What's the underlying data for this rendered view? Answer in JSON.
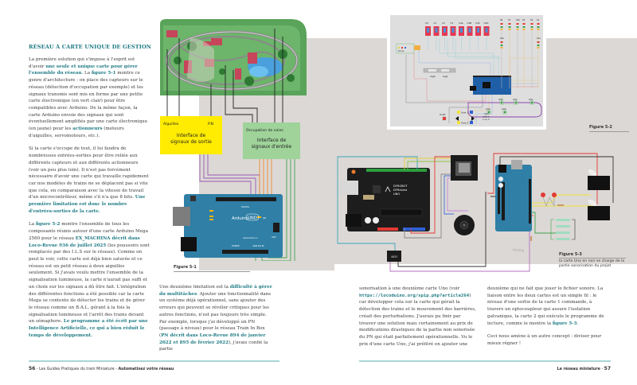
{
  "left_page": {
    "heading": "RÉSEAU À CARTE UNIQUE DE GESTION",
    "col1": {
      "p1": [
        {
          "t": "La première solution qui s'impose à l'esprit est d'avoir "
        },
        {
          "t": "une seule et unique carte pour gérer l'ensemble du réseau",
          "hl": true
        },
        {
          "t": ". La "
        },
        {
          "t": "figure 5-1",
          "hl": true
        },
        {
          "t": " montre ce genre d'architecture : on place des capteurs sur le réseau (détection d'occupation par exemple) et les signaux transmis sont mis en forme par une petite carte électronique (en vert clair) pour être compatibles avec Arduino. De la même façon, la carte Arduino envoie des signaux qui sont éventuellement amplifiés par une carte électronique (en jaune) pour les "
        },
        {
          "t": "actionneurs",
          "hl": true
        },
        {
          "t": " (moteurs d'aiguilles, servomoteurs, etc.)."
        }
      ],
      "p2": [
        {
          "t": "Si la carte s'occupe de tout, il lui faudra de nombreuses entrées-sorties pour être reliée aux différents capteurs et aux différents actionneurs (voir un peu plus loin). Il n'est pas forcément nécessaire d'avoir une carte qui travaille rapidement car nos modèles de trains ne se déplacent pas si vite que cela, en comparaison avec la vitesse de travail d'un microcontrôleur, même s'il n'a que 8 bits. "
        },
        {
          "t": "Une première limitation est donc le nombre d'entrées-sorties de la carte.",
          "hl": true
        }
      ],
      "p3": [
        {
          "t": "La "
        },
        {
          "t": "figure 5-2",
          "hl": true
        },
        {
          "t": " montre l'ensemble de tous les composants réunis autour d'une carte Arduino Mega 2560 pour le réseau "
        },
        {
          "t": "EX_MACHINA décrit dans Loco-Revue 936 de juillet 2025",
          "hl": true
        },
        {
          "t": " (les poussoirs sont remplacés par des I.L.S sur le réseau). Comme on peut le voir, cette carte est déjà bien saturée et ce réseau est un petit réseau à deux aiguilles seulement. Si j'avais voulu mettre l'ensemble de la signalisation lumineuse, la carte n'aurait pas suffi et un choix sur les signaux a dû être fait. L'intégration des différentes fonctions a été possible car la carte Mega se contente de détecter les trains et de gérer le réseau comme un B.A.L, gérant à la fois la signalisation lumineuse et l'arrêt des trains devant un sémaphore. "
        },
        {
          "t": "Le programme a été écrit par une Intelligence Artificielle, ce qui a bien réduit le temps de développement.",
          "hl": true
        }
      ]
    },
    "col2": {
      "p1": [
        {
          "t": "Une deuxième limitation est la "
        },
        {
          "t": "difficulté à gérer du multitâches",
          "hl": true
        },
        {
          "t": ". Ajouter une fonctionnalité dans un système déjà opérationnel, sans ajouter des erreurs qui peuvent se révéler critiques pour les autres fonctions, n'est pas toujours très simple. Par exemple, lorsque j'ai développé un PN (passage à niveau) pour le réseau Train In Box ("
        },
        {
          "t": "PN décrit dans Loco-Revue 894 de janvier 2022 et 895 de février 2022",
          "hl": true
        },
        {
          "t": "), j'avais confié la partie"
        }
      ]
    },
    "figure_5_1": {
      "caption": "Figure 5-1",
      "labels": {
        "aiguilles": "Aiguilles",
        "pn": "P.N",
        "occupation": "Occupation de voies",
        "out_interface_l1": "Interface de",
        "out_interface_l2": "signaux de sortie",
        "in_interface_l1": "Interface de",
        "in_interface_l2": "signaux d'entrée",
        "board_name": "Arduino",
        "board_model": "UNO",
        "digital": "DIGITAL",
        "power": "POWER",
        "analog": "ANALOG IN",
        "on": "ON",
        "website": "www.arduino.cc",
        "icsp": "ICSP"
      }
    },
    "footer": {
      "page_number": "56",
      "series": "Les Guides Pratiques du train Miniature",
      "title": "Automatisez votre réseau"
    }
  },
  "right_page": {
    "col1": {
      "p1": [
        {
          "t": "sonorisation à une deuxième carte Uno (voir "
        },
        {
          "t": "https://locoduino.org/spip.php?article264",
          "hl": true,
          "mono": true
        },
        {
          "t": ") car développer cela sur la carte qui gérait la détection des trains et le mouvement des barrières, créait des perturbations. J'aurais pu finir par trouver une solution mais certainement au prix de modifications drastiques de la partie non sonorisée du PN qui était parfaitement opérationnelle. Vu le prix d'une carte Uno, j'ai préféré en ajouter une"
        }
      ]
    },
    "col2": {
      "p1": [
        {
          "t": "deuxième qui ne fait que jouer le fichier sonore. La liaison entre les deux cartes est un simple fil : le niveau d'une sortie de la carte 1 commande, à travers un optocoupleur qui assure l'isolation galvanique, la carte 2 qui exécute le programme de lecture, comme le montre la "
        },
        {
          "t": "figure 5-3",
          "hl": true
        },
        {
          "t": "."
        }
      ],
      "p2": [
        {
          "t": "Ceci nous amène à un autre concept : diviser pour mieux régner !"
        }
      ]
    },
    "figure_5_2": {
      "caption": "Figure 5-2",
      "labels": {
        "sono": "Sono",
        "cantons": [
          "C0",
          "C1",
          "C2",
          "C3",
          "C4A",
          "C4B",
          "C4C",
          "C4D"
        ],
        "signals_top": [
          "S6",
          "S7",
          "S10",
          "S5",
          "S2",
          "S1"
        ],
        "signals_mid": [
          "S12",
          "S11"
        ],
        "aig2": "Aig2",
        "aig1": "Aig1",
        "ils": [
          "ILS3",
          "ILS2",
          "ILS1",
          "ILS4",
          "ILS0"
        ],
        "voie_active_l1": "Voie",
        "voie_active_l2": "active",
        "voie_active_l3": "1 ou 2",
        "arret": "Arrêt",
        "voie1": "Voie 1",
        "voie2": "Voie 2"
      }
    },
    "figure_5_3": {
      "caption": "Figure 5-3",
      "subcaption": "la carte Uno en noir se charge de la partie sonorisation du projet",
      "labels": {
        "fritzing": "fritzing",
        "board_brand": "DFROBOT",
        "board_name": "DFRduino",
        "board_model": "UNO",
        "opto": "4N35"
      }
    },
    "footer": {
      "section": "Le réseau miniature",
      "page_number": "57"
    }
  },
  "colors": {
    "accent": "#1f7b85",
    "footer_rule": "#a8d4d6",
    "panel_gray": "#dcd8d5",
    "yellow_box": "#ffec00",
    "green_box": "#9fd39a",
    "arduino_blue": "#2f7fa6",
    "wire_purple": "#9b59b6",
    "wire_orange": "#f08a2a",
    "wire_green": "#3fa34d",
    "wire_red": "#e53935"
  }
}
